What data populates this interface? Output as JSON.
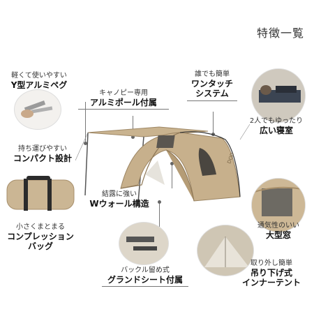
{
  "title": "特徴一覧",
  "features": {
    "pegs": {
      "sub": "軽くて使いやすい",
      "main": "Y型アルミペグ"
    },
    "canopy_pole": {
      "sub": "キャノピー専用",
      "main": "アルミポール付属"
    },
    "one_touch": {
      "sub1": "誰でも簡単",
      "sub2": "ワンタッチ",
      "main": "システム"
    },
    "compact": {
      "sub": "持ち運びやすい",
      "main": "コンパクト設計"
    },
    "bedroom": {
      "sub": "2人でもゆったり",
      "main": "広い寝室"
    },
    "w_wall": {
      "sub": "結露に強い",
      "main": "Wウォール構造"
    },
    "window": {
      "sub": "通気性のいい",
      "main": "大型窓"
    },
    "bag": {
      "sub": "小さくまとまる",
      "main1": "コンプレッション",
      "main2": "バッグ"
    },
    "ground_sheet": {
      "sub": "バックル留め式",
      "main": "グランドシート付属"
    },
    "inner_tent": {
      "sub": "取り外し簡単",
      "main1": "吊り下げ式",
      "main2": "インナーテント"
    }
  },
  "tent_logo": "DOD",
  "colors": {
    "tent": "#c7b08c",
    "tent_dark": "#a88f6a",
    "line": "#777777",
    "text": "#222222"
  }
}
